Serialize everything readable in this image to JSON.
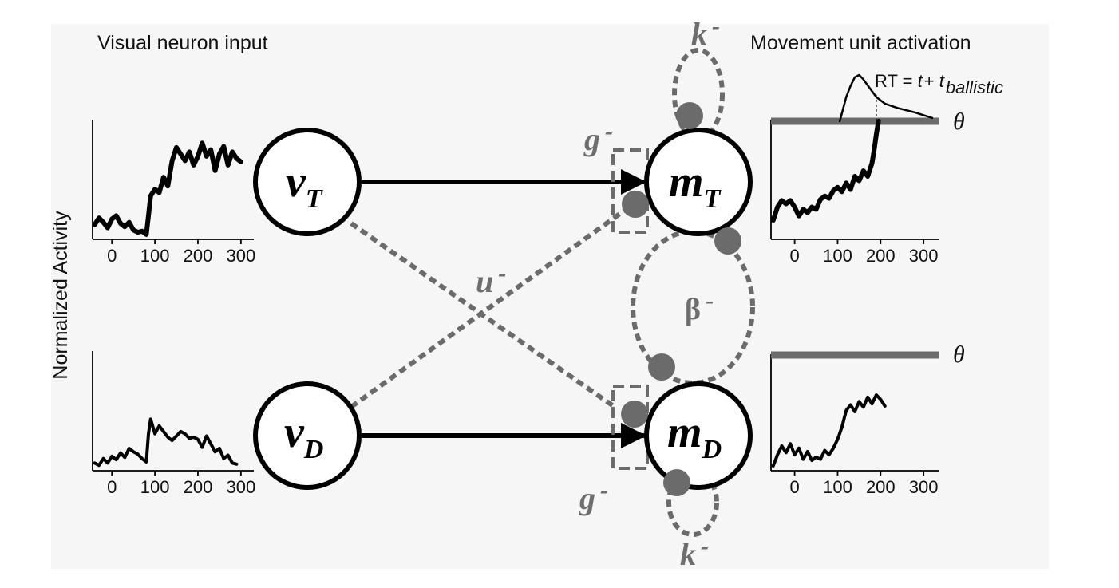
{
  "titles": {
    "left": "Visual neuron input",
    "right": "Movement unit activation"
  },
  "y_axis_label": "Normalized Activity",
  "tick_labels": {
    "left": [
      "0",
      "100",
      "200",
      "300"
    ],
    "right": [
      "0",
      "100",
      "200",
      "300"
    ]
  },
  "nodes": {
    "vT": {
      "main": "v",
      "sub": "T"
    },
    "vD": {
      "main": "v",
      "sub": "D"
    },
    "mT": {
      "main": "m",
      "sub": "T"
    },
    "mD": {
      "main": "m",
      "sub": "D"
    }
  },
  "parameters": {
    "k_top": {
      "symbol": "k",
      "sup": "-"
    },
    "k_bottom": {
      "symbol": "k",
      "sup": "-"
    },
    "g_top": {
      "symbol": "g",
      "sup": "-"
    },
    "g_bottom": {
      "symbol": "g",
      "sup": "-"
    },
    "u": {
      "symbol": "u",
      "sup": "-"
    },
    "beta": {
      "symbol": "β",
      "sup": "-"
    }
  },
  "threshold": {
    "symbol": "θ"
  },
  "rt_equation": {
    "lhs": "RT = ",
    "t": "t",
    "plus": "+ ",
    "tb": "t",
    "sub": "ballistic"
  },
  "colors": {
    "inhibitory": "#6b6b6b",
    "excitatory": "#000000",
    "background": "#f6f6f6"
  },
  "chart_data": [
    {
      "type": "line",
      "name": "visual-target",
      "x": [
        -40,
        -30,
        -20,
        -10,
        0,
        10,
        20,
        30,
        40,
        50,
        60,
        70,
        80,
        85,
        90,
        100,
        110,
        120,
        130,
        140,
        150,
        160,
        170,
        180,
        190,
        200,
        210,
        220,
        230,
        240,
        250,
        260,
        270,
        280,
        290,
        300
      ],
      "y": [
        0.12,
        0.18,
        0.14,
        0.09,
        0.17,
        0.2,
        0.13,
        0.1,
        0.14,
        0.07,
        0.05,
        0.06,
        0.03,
        0.2,
        0.38,
        0.44,
        0.41,
        0.55,
        0.47,
        0.7,
        0.82,
        0.76,
        0.7,
        0.78,
        0.66,
        0.74,
        0.86,
        0.74,
        0.8,
        0.61,
        0.76,
        0.83,
        0.66,
        0.78,
        0.72,
        0.69
      ],
      "xticks": [
        0,
        100,
        200,
        300
      ],
      "xlim": [
        -45,
        330
      ],
      "ylim": [
        0,
        1
      ]
    },
    {
      "type": "line",
      "name": "visual-distractor",
      "x": [
        -40,
        -30,
        -20,
        -10,
        0,
        10,
        20,
        30,
        40,
        50,
        60,
        70,
        80,
        85,
        90,
        100,
        110,
        120,
        130,
        140,
        150,
        160,
        170,
        180,
        190,
        200,
        210,
        220,
        230,
        240,
        250,
        260,
        270,
        280,
        290
      ],
      "y": [
        0.04,
        0.02,
        0.08,
        0.04,
        0.1,
        0.07,
        0.13,
        0.09,
        0.17,
        0.14,
        0.12,
        0.08,
        0.05,
        0.3,
        0.43,
        0.3,
        0.37,
        0.32,
        0.27,
        0.24,
        0.28,
        0.32,
        0.3,
        0.26,
        0.27,
        0.25,
        0.18,
        0.28,
        0.21,
        0.14,
        0.17,
        0.08,
        0.11,
        0.04,
        0.03
      ],
      "xticks": [
        0,
        100,
        200,
        300
      ],
      "xlim": [
        -45,
        330
      ],
      "ylim": [
        0,
        1
      ]
    },
    {
      "type": "line",
      "name": "movement-target",
      "x": [
        -50,
        -40,
        -30,
        -20,
        -10,
        0,
        10,
        20,
        30,
        40,
        50,
        60,
        70,
        80,
        90,
        100,
        110,
        120,
        130,
        140,
        150,
        160,
        170,
        180,
        185,
        190,
        195
      ],
      "y": [
        0.1,
        0.22,
        0.28,
        0.25,
        0.28,
        0.22,
        0.14,
        0.2,
        0.17,
        0.22,
        0.2,
        0.29,
        0.32,
        0.3,
        0.37,
        0.4,
        0.36,
        0.44,
        0.38,
        0.5,
        0.46,
        0.55,
        0.5,
        0.62,
        0.74,
        0.88,
        1.0
      ],
      "xticks": [
        0,
        100,
        200,
        300
      ],
      "xlim": [
        -55,
        335
      ],
      "ylim": [
        0,
        1
      ],
      "threshold": 1.0,
      "ballistic": {
        "x": [
          105,
          120,
          130,
          140,
          150,
          160,
          175,
          190,
          210,
          240,
          280,
          320
        ],
        "y": [
          1.0,
          1.22,
          1.32,
          1.4,
          1.42,
          1.38,
          1.3,
          1.22,
          1.16,
          1.12,
          1.08,
          1.03
        ]
      }
    },
    {
      "type": "line",
      "name": "movement-distractor",
      "x": [
        -50,
        -40,
        -30,
        -20,
        -10,
        0,
        10,
        20,
        30,
        40,
        50,
        60,
        70,
        80,
        90,
        100,
        110,
        120,
        130,
        140,
        150,
        160,
        170,
        180,
        190,
        200,
        210
      ],
      "y": [
        0.0,
        0.1,
        0.18,
        0.12,
        0.2,
        0.1,
        0.16,
        0.06,
        0.13,
        0.05,
        0.08,
        0.06,
        0.14,
        0.1,
        0.16,
        0.24,
        0.35,
        0.5,
        0.55,
        0.49,
        0.58,
        0.53,
        0.62,
        0.56,
        0.64,
        0.6,
        0.54
      ],
      "xticks": [
        0,
        100,
        200,
        300
      ],
      "xlim": [
        -55,
        335
      ],
      "ylim": [
        0,
        1
      ],
      "threshold": 1.0
    }
  ]
}
